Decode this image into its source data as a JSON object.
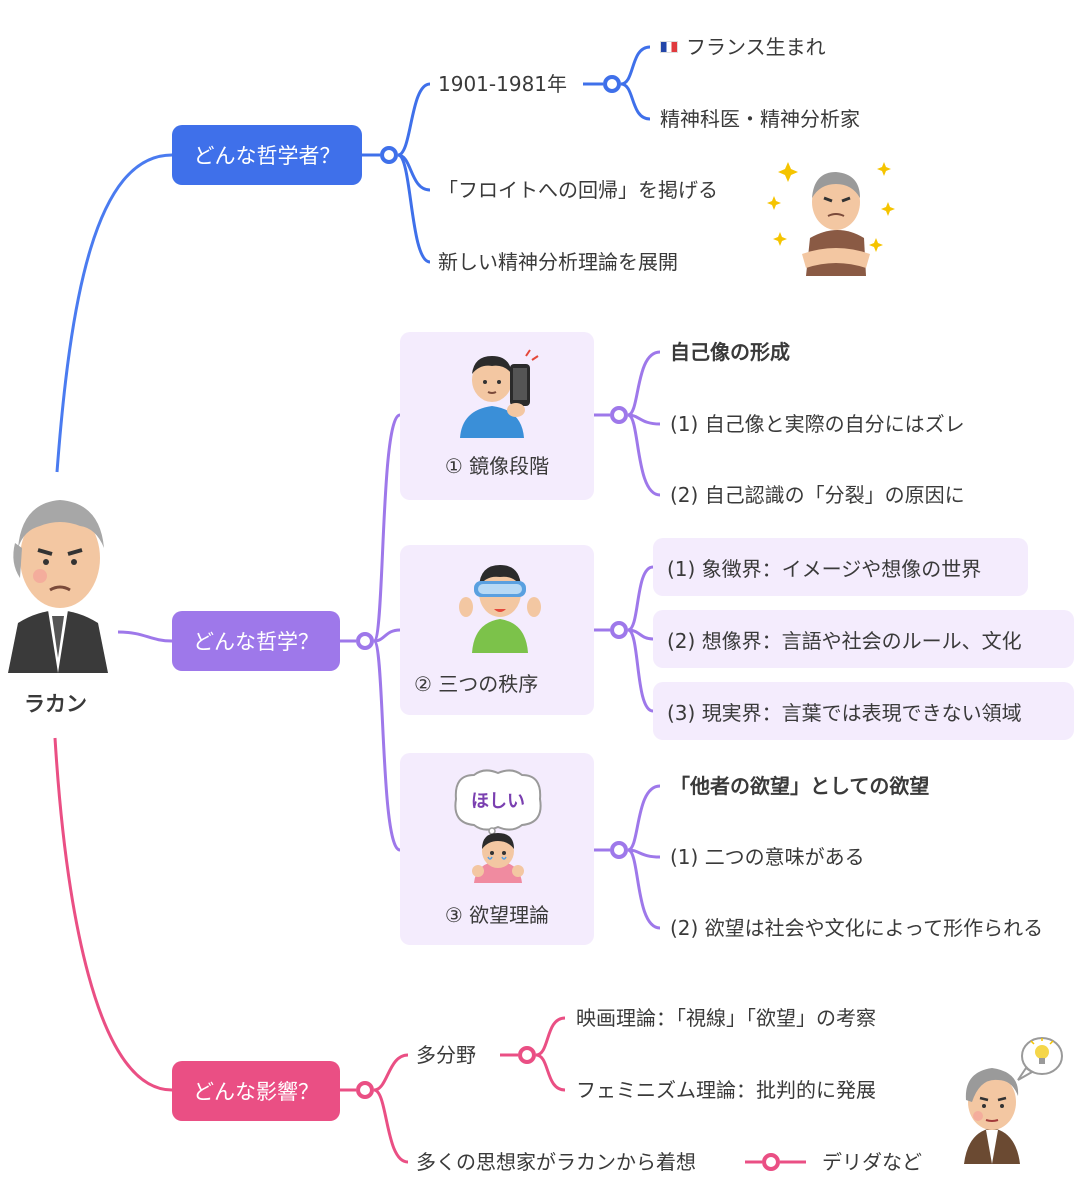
{
  "root": {
    "label": "ラカン"
  },
  "branches": {
    "who": {
      "label": "どんな哲学者？",
      "color": "#3f70ea",
      "items": {
        "years": {
          "label": "1901-1981年"
        },
        "born": {
          "label": "フランス生まれ"
        },
        "job": {
          "label": "精神科医・精神分析家"
        },
        "return": {
          "label": "「フロイトへの回帰」を掲げる"
        },
        "theory": {
          "label": "新しい精神分析理論を展開"
        }
      }
    },
    "philosophy": {
      "label": "どんな哲学？",
      "color": "#9e78ea",
      "mirror": {
        "label": "① 鏡像段階",
        "heading": "自己像の形成",
        "points": [
          "(1) 自己像と実際の自分にはズレ",
          "(2) 自己認識の「分裂」の原因に"
        ]
      },
      "orders": {
        "label": "② 三つの秩序",
        "points": [
          "(1) 象徴界：イメージや想像の世界",
          "(2) 想像界：言語や社会のルール、文化",
          "(3) 現実界：言葉では表現できない領域"
        ]
      },
      "desire": {
        "label": "③ 欲望理論",
        "bubble": "ほしい",
        "heading": "「他者の欲望」としての欲望",
        "points": [
          "(1) 二つの意味がある",
          "(2) 欲望は社会や文化によって形作られる"
        ]
      }
    },
    "influence": {
      "label": "どんな影響？",
      "color": "#ea4f84",
      "fields": {
        "label": "多分野",
        "film": "映画理論：「視線」「欲望」の考察",
        "feminism": "フェミニズム理論：批判的に発展"
      },
      "thinkers": {
        "label": "多くの思想家がラカンから着想",
        "example": "デリダなど"
      }
    }
  },
  "icons": {
    "flag": "france-flag-icon",
    "portrait": "lacan-portrait-illustration",
    "angry": "muscular-old-man-illustration",
    "selfie": "selfie-boy-illustration",
    "vr": "vr-goggles-boy-illustration",
    "wanting": "wanting-girl-illustration",
    "derrida": "derrida-portrait-illustration",
    "lightbulb": "lightbulb-idea-icon"
  }
}
